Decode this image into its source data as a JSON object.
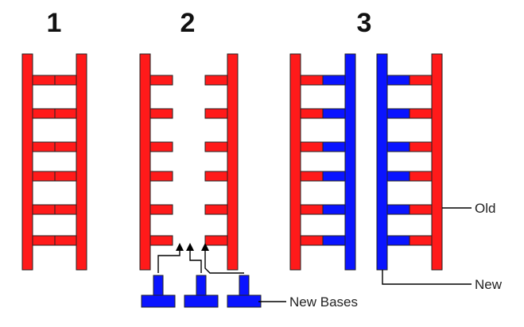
{
  "stages": [
    {
      "number": "1",
      "description": ""
    },
    {
      "number": "2",
      "description": ""
    },
    {
      "number": "3",
      "description": ""
    }
  ],
  "labels": {
    "old": "Old",
    "new": "New",
    "new_bases": "New Bases"
  },
  "colors": {
    "old_strand": "#ff1a1a",
    "new_strand": "#0a14ff",
    "outline": "#222222",
    "leader_line": "#000000",
    "background": "#ffffff"
  }
}
